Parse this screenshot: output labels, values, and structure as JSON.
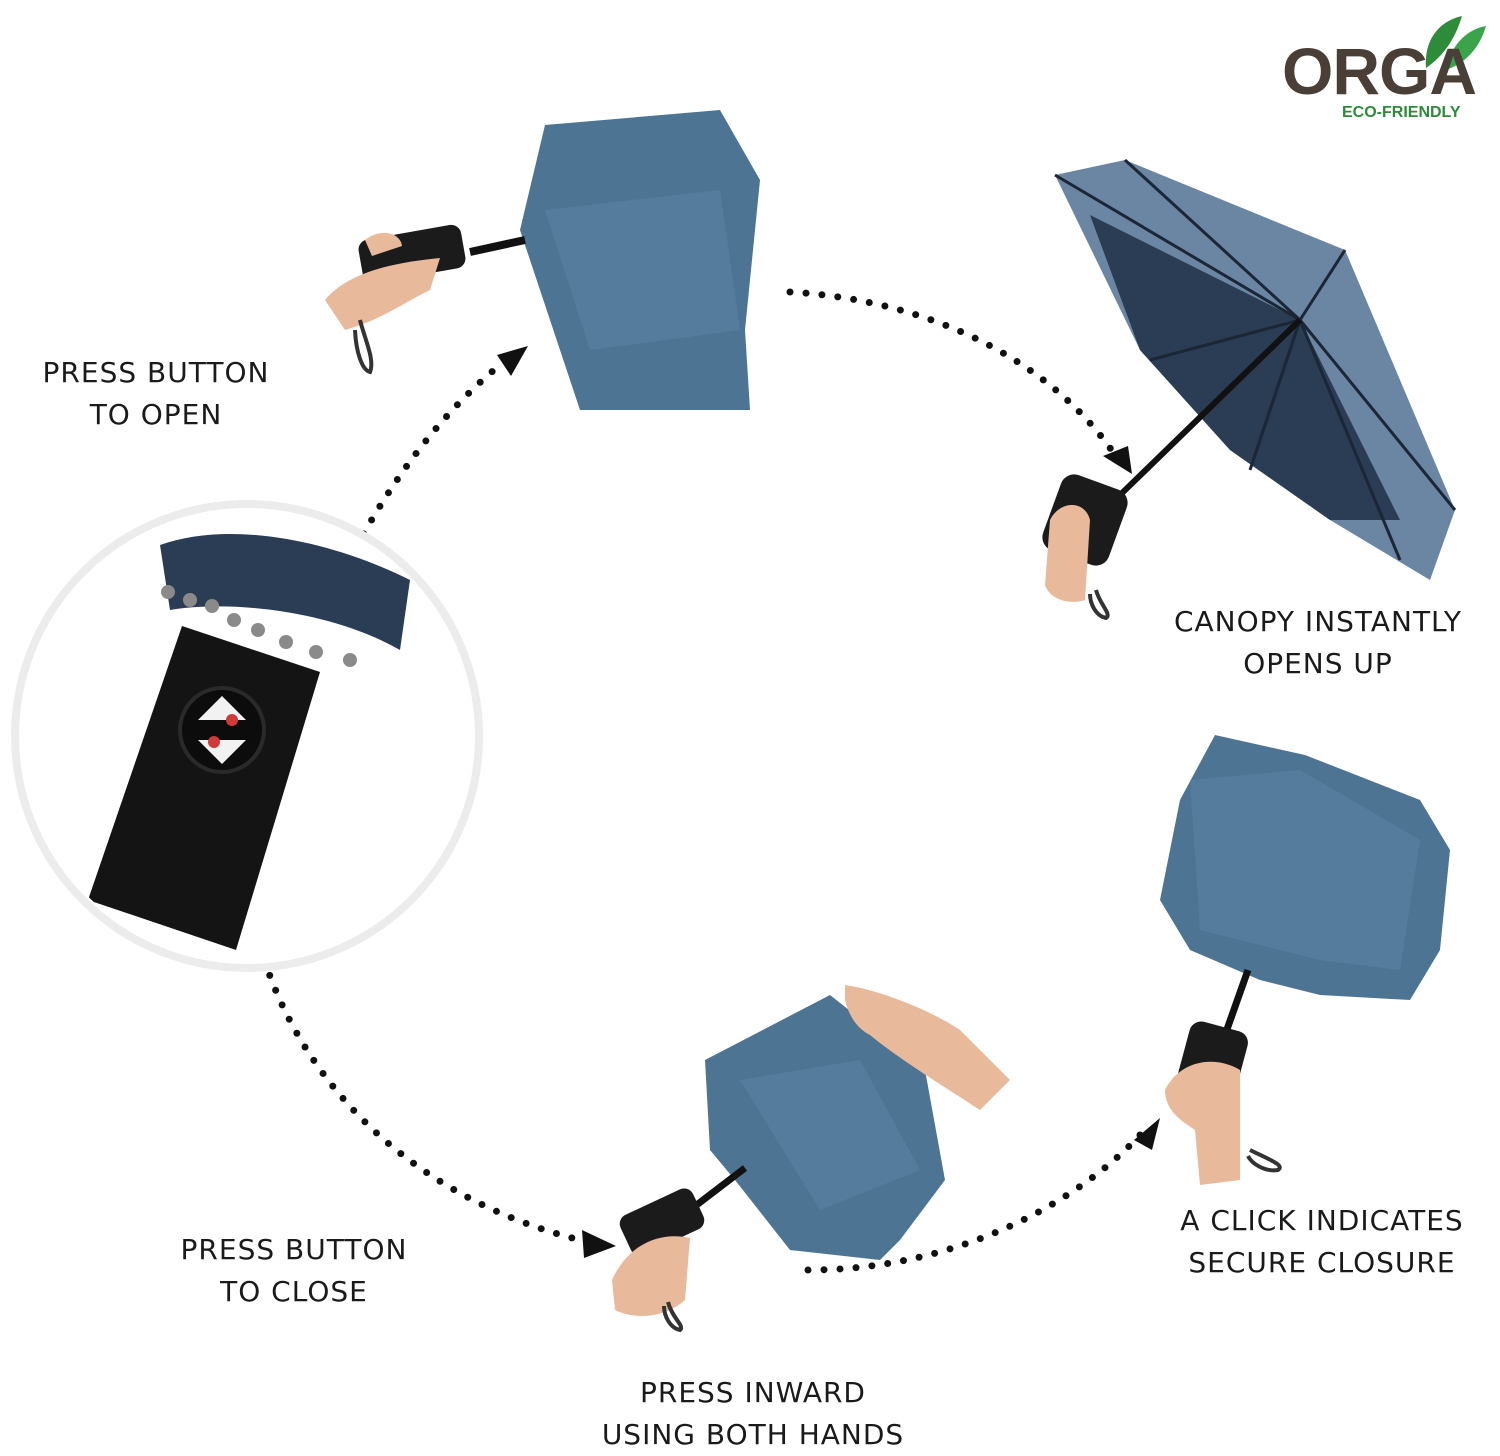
{
  "brand": {
    "name": "ORGA",
    "tagline": "ECO-FRIENDLY",
    "leaf_color": "#2e8b3a",
    "word_color": "#4a3f37"
  },
  "colors": {
    "canopy": "#4e7494",
    "canopy_dark": "#2b3c55",
    "handle": "#1b1b1b",
    "skin": "#e8b99a",
    "button_red": "#d23a3a"
  },
  "steps": [
    {
      "id": "open",
      "line1": "PRESS BUTTON",
      "line2": "TO OPEN"
    },
    {
      "id": "opens",
      "line1": "CANOPY INSTANTLY",
      "line2": "OPENS UP"
    },
    {
      "id": "close",
      "line1": "PRESS BUTTON",
      "line2": "TO CLOSE"
    },
    {
      "id": "inward",
      "line1": "PRESS INWARD",
      "line2": "USING BOTH HANDS"
    },
    {
      "id": "click",
      "line1": "A CLICK INDICATES",
      "line2": "SECURE CLOSURE"
    }
  ]
}
